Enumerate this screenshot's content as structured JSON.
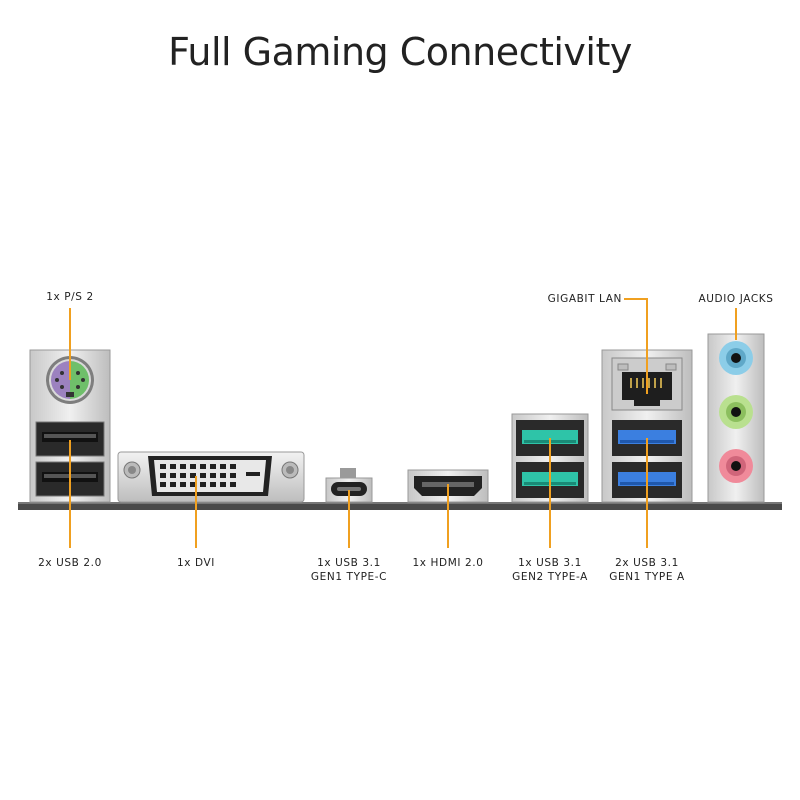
{
  "title": "Full Gaming Connectivity",
  "labels": {
    "ps2": "1x P/S 2",
    "usb20": "2x USB 2.0",
    "dvi": "1x DVI",
    "usbc_line1": "1x USB 3.1",
    "usbc_line2": "GEN1 TYPE-C",
    "hdmi": "1x HDMI 2.0",
    "gen2_line1": "1x USB 3.1",
    "gen2_line2": "GEN2 TYPE-A",
    "gen1_line1": "2x USB 3.1",
    "gen1_line2": "GEN1 TYPE A",
    "lan": "GIGABIT LAN",
    "audio": "AUDIO JACKS"
  },
  "colors": {
    "callout": "#f0a020",
    "ps2_purple": "#9c82bf",
    "ps2_green": "#6fbf6a",
    "usb_gen2": "#2ec4a8",
    "usb_gen1": "#3b7fe0",
    "audio_blue": "#8ccde8",
    "audio_green": "#b9e08f",
    "audio_pink": "#f08a9a"
  }
}
